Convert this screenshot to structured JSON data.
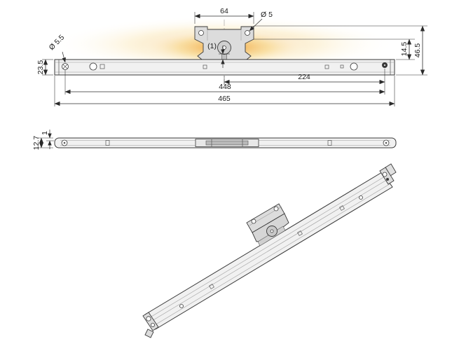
{
  "drawing": {
    "colors": {
      "glow_core": "#f09d2f",
      "glow_mid": "#f8da8e",
      "line": "#2b2b2b",
      "metal_fill": "#ececec"
    },
    "dims": {
      "bracket_width": "64",
      "bracket_hole_dia": "Ø 5",
      "end_hole_dia": "Ø 5.5",
      "profile_height": "23.5",
      "gap": "(1)",
      "bracket_drop": "14.5",
      "overall_height": "46.5",
      "center_to_hole": "224",
      "hole_spacing": "448",
      "overall_length": "465",
      "profile_width": "12.7",
      "edge_offset": "1"
    }
  }
}
